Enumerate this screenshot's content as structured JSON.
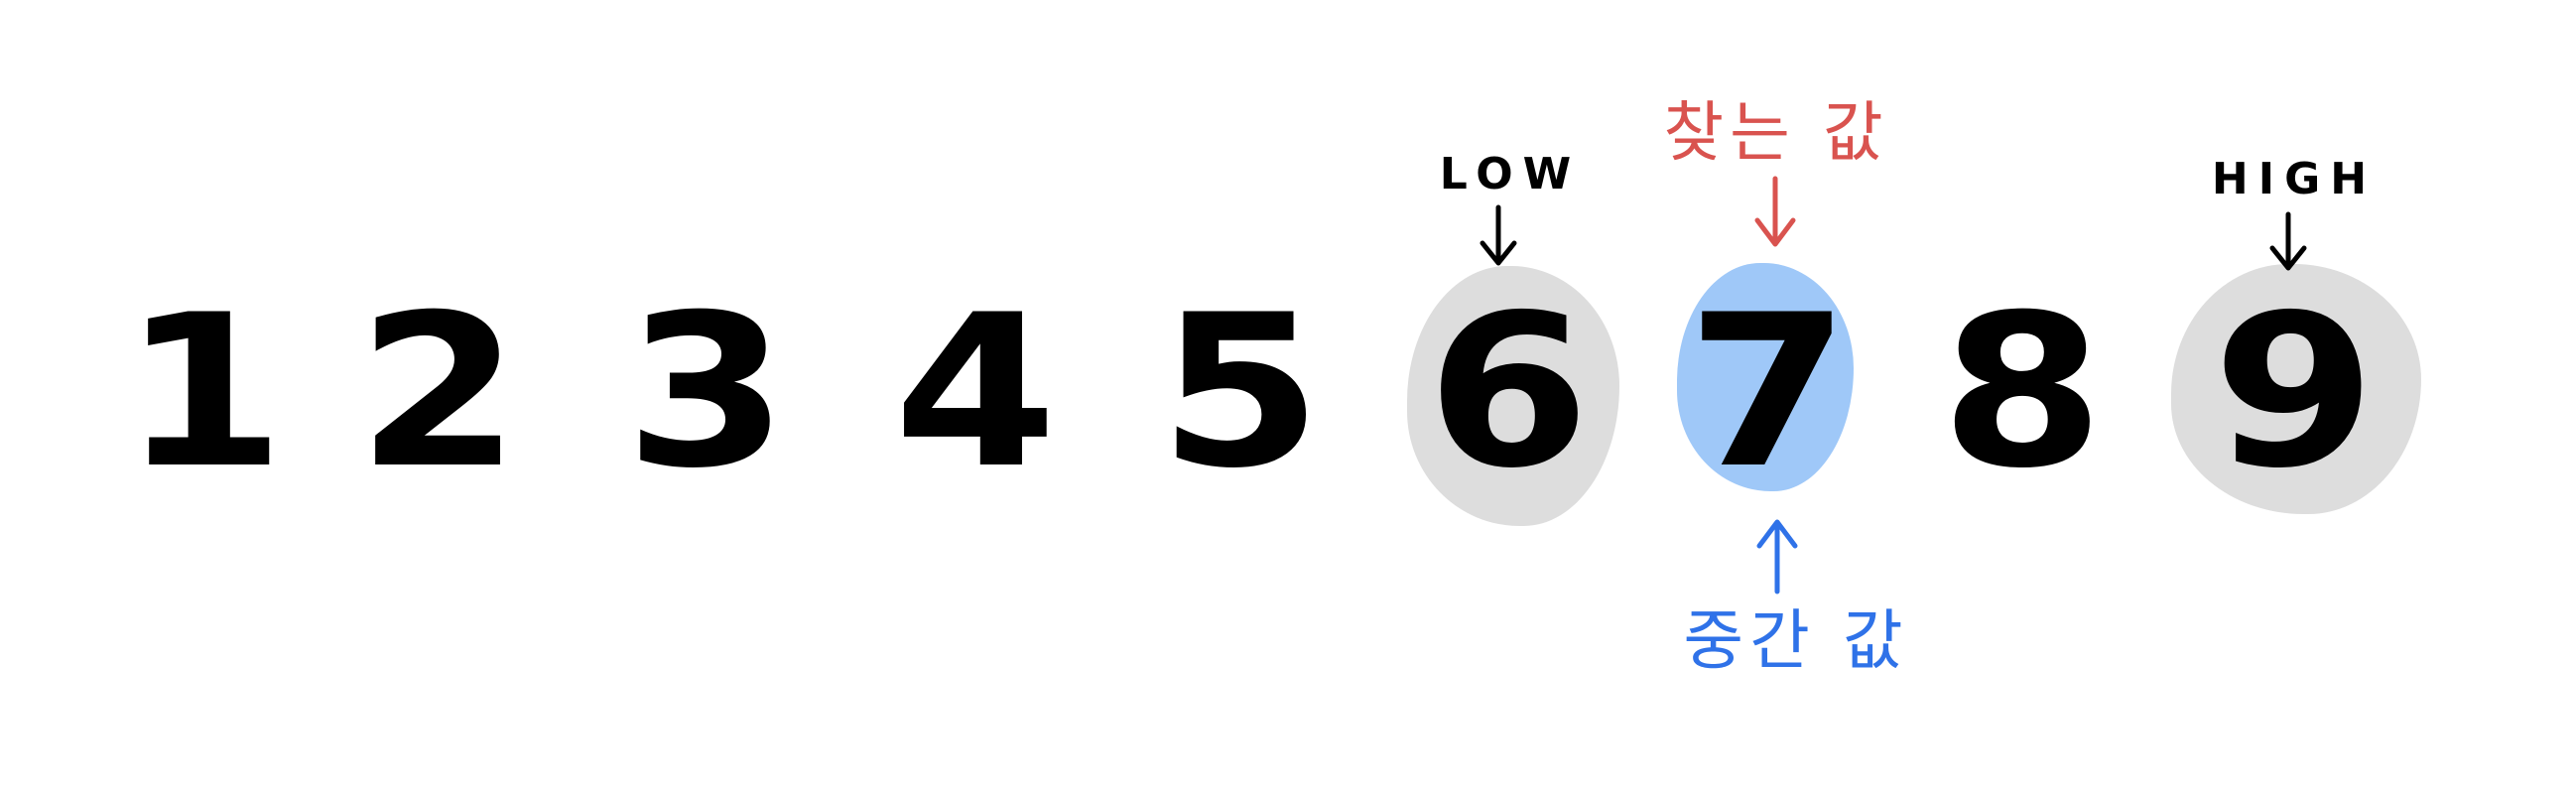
{
  "numbers": [
    "1",
    "2",
    "3",
    "4",
    "5",
    "6",
    "7",
    "8",
    "9"
  ],
  "low": {
    "label": "LOW",
    "index": 5,
    "color": "#000000",
    "highlight_color": "#dddddd"
  },
  "target": {
    "label": "찾는 값",
    "index": 6,
    "color": "#d9534f"
  },
  "mid": {
    "label": "중간 값",
    "index": 6,
    "color": "#2f72e8",
    "highlight_color": "#9fc8f8"
  },
  "high": {
    "label": "HIGH",
    "index": 8,
    "color": "#000000",
    "highlight_color": "#dddddd"
  }
}
